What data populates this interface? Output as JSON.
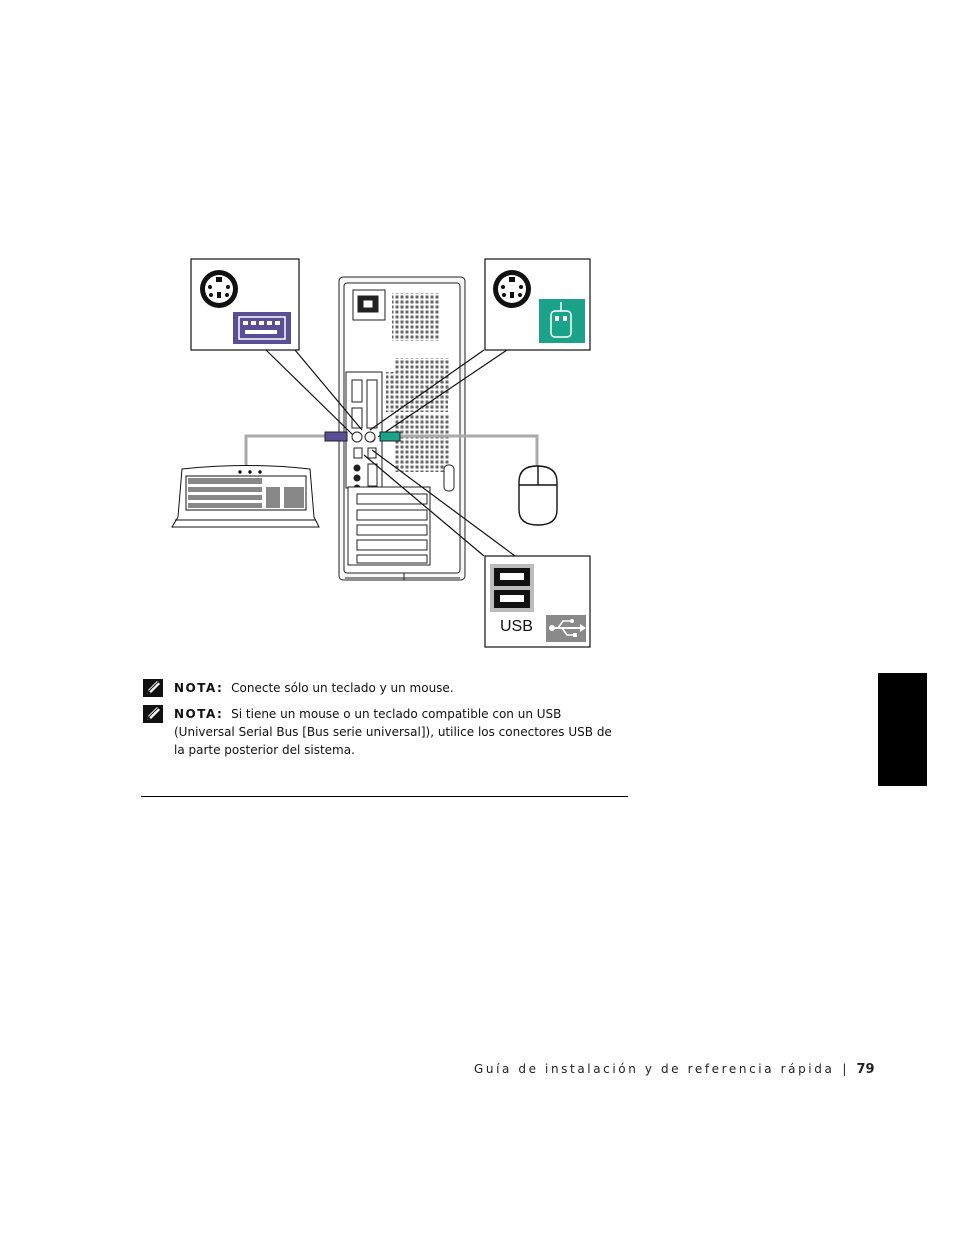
{
  "figure": {
    "usb_label": "USB"
  },
  "notes": [
    {
      "label": "NOTA:",
      "text": "Conecte sólo un teclado y un mouse."
    },
    {
      "label": "NOTA:",
      "text": "Si tiene un mouse o un teclado compatible con un USB (Universal Serial Bus [Bus serie universal]), utilice los conectores USB de la parte posterior del sistema."
    }
  ],
  "footer": {
    "title": "Guía de instalación y de referencia rápida",
    "separator": "|",
    "page_number": "79"
  },
  "colors": {
    "keyboard_accent": "#5a4f96",
    "mouse_accent": "#1aa389",
    "usb_panel": "#8a8a8a",
    "side_tab": "#000000"
  }
}
